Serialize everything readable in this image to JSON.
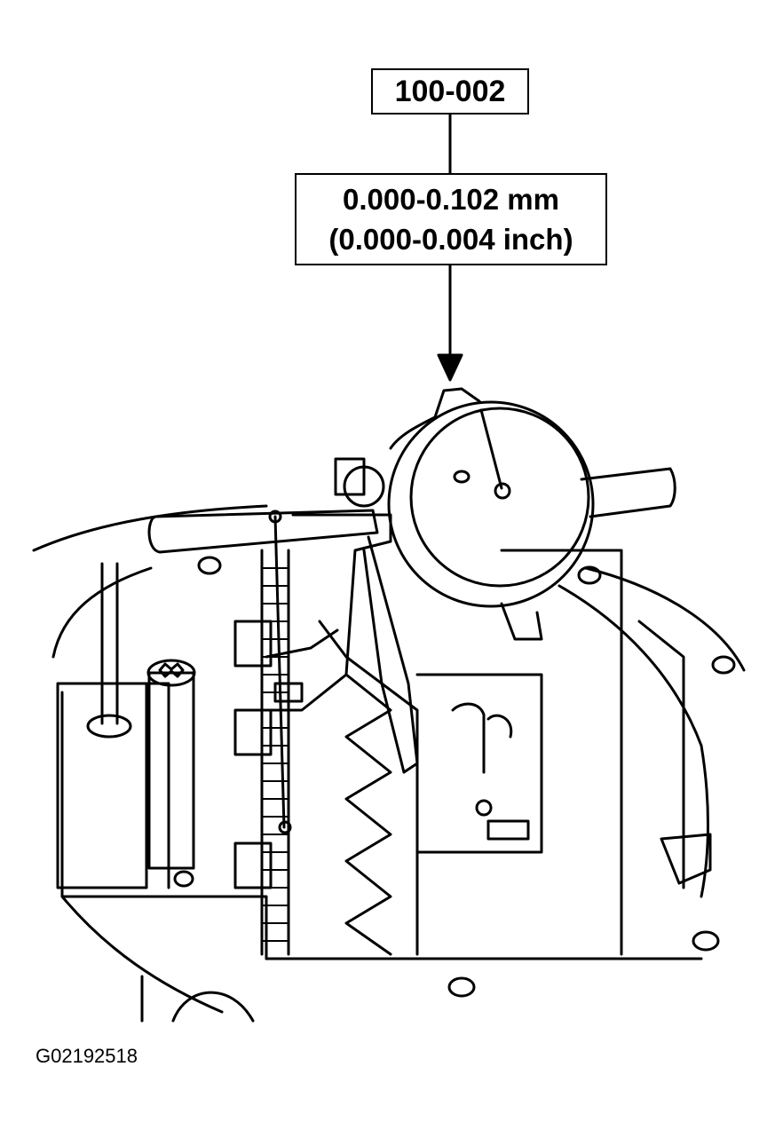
{
  "callouts": {
    "tool_number": "100-002",
    "spec_mm": "0.000-0.102 mm",
    "spec_inch": "(0.000-0.004 inch)"
  },
  "figure_id": "G02192518",
  "icons": [
    "dial-indicator-icon",
    "differential-housing-icon",
    "ring-gear-icon",
    "magnetic-base-icon"
  ],
  "colors": {
    "line": "#000000",
    "background": "#ffffff"
  }
}
